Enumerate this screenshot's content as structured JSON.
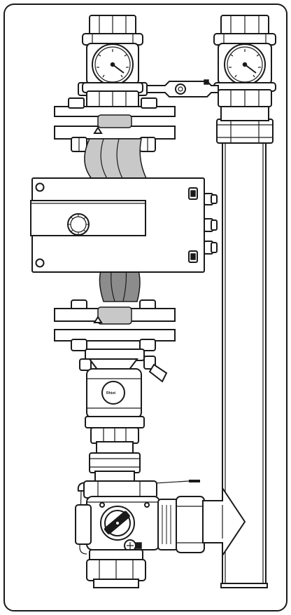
{
  "diagram": {
    "colors": {
      "line": "#1a1a1a",
      "fill": "#ffffff",
      "shade": "#c8c8c8",
      "dark_shade": "#8c8c8c",
      "frame": "#1a1a1a"
    },
    "components": [
      "thermometer-left",
      "thermometer-right",
      "bypass-bracket",
      "pump-flange-upper",
      "pump-controller-box",
      "pump-flange-lower",
      "ball-valve",
      "return-pipe",
      "mixing-valve-actuator",
      "tee-connection"
    ],
    "icons": [
      "flow-direction-arrow-icon",
      "selector-dial-icon",
      "actuator-knob-icon"
    ]
  }
}
